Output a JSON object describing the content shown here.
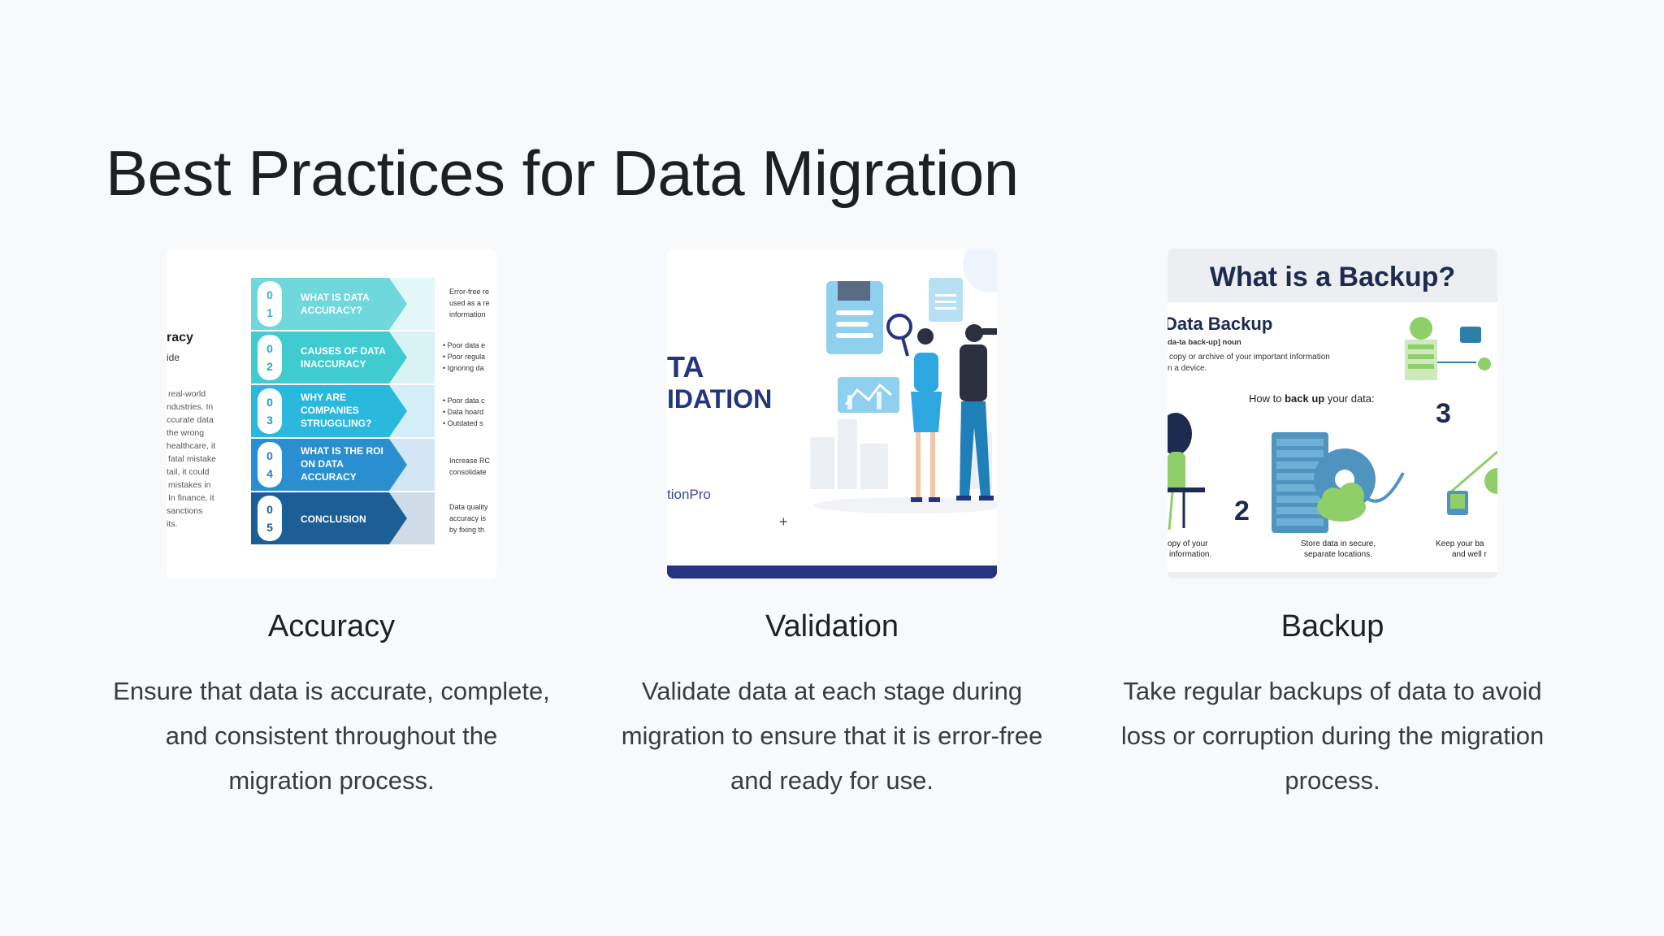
{
  "slide": {
    "title": "Best Practices for Data Migration"
  },
  "cards": [
    {
      "heading": "Accuracy",
      "body": "Ensure that data is accurate, complete, and consistent throughout the migration process.",
      "image": {
        "side_heading": "racy",
        "side_sub": "ide",
        "side_text": [
          "real-world",
          "ndustries. In",
          "ccurate data",
          "the wrong",
          "healthcare, it",
          "fatal mistake",
          "tail, it could",
          "mistakes in",
          "In finance, it",
          "sanctions",
          "its."
        ],
        "steps": [
          {
            "num_top": "0",
            "num_bottom": "1",
            "label": [
              "WHAT IS DATA",
              "ACCURACY?"
            ],
            "notes": [
              "Error-free re",
              "used as a re",
              "information"
            ]
          },
          {
            "num_top": "0",
            "num_bottom": "2",
            "label": [
              "CAUSES OF DATA",
              "INACCURACY"
            ],
            "notes": [
              "• Poor data e",
              "• Poor regula",
              "• Ignoring da"
            ]
          },
          {
            "num_top": "0",
            "num_bottom": "3",
            "label": [
              "WHY ARE",
              "COMPANIES",
              "STRUGGLING?"
            ],
            "notes": [
              "• Poor data c",
              "• Data hoard",
              "• Outdated s"
            ]
          },
          {
            "num_top": "0",
            "num_bottom": "4",
            "label": [
              "WHAT IS THE ROI",
              "ON DATA",
              "ACCURACY"
            ],
            "notes": [
              "Increase RC",
              "consolidate"
            ]
          },
          {
            "num_top": "0",
            "num_bottom": "5",
            "label": [
              "CONCLUSION"
            ],
            "notes": [
              "Data quality",
              "accuracy is",
              "by fixing th"
            ]
          }
        ]
      }
    },
    {
      "heading": "Validation",
      "body": "Validate data at each stage during migration to ensure that it is error-free and ready for use.",
      "image": {
        "line1": "TA",
        "line2": "IDATION",
        "brand": "tionPro",
        "plus": "+"
      }
    },
    {
      "heading": "Backup",
      "body": "Take regular backups of data to avoid loss or corruption during the migration process.",
      "image": {
        "title": "What is a Backup?",
        "term": "Data Backup",
        "pron": "da-ta back-up] noun",
        "definition": [
          "copy or archive of your important information",
          "n a device."
        ],
        "how_prefix": "How to ",
        "how_bold": "back up",
        "how_suffix": " your data:",
        "step2": "2",
        "step3": "3",
        "caption_left": [
          "opy of your",
          "information."
        ],
        "caption_mid": [
          "Store data in secure,",
          "separate locations."
        ],
        "caption_right": [
          "Keep your ba",
          "and well r"
        ]
      }
    }
  ],
  "colors": {
    "background": "#f8f9fb",
    "title": "#1e1f23",
    "body_text": "#3a3b40",
    "validation_navy": "#23357f",
    "backup_navy": "#1c2b4f",
    "accent_green": "#8fcf6a"
  }
}
